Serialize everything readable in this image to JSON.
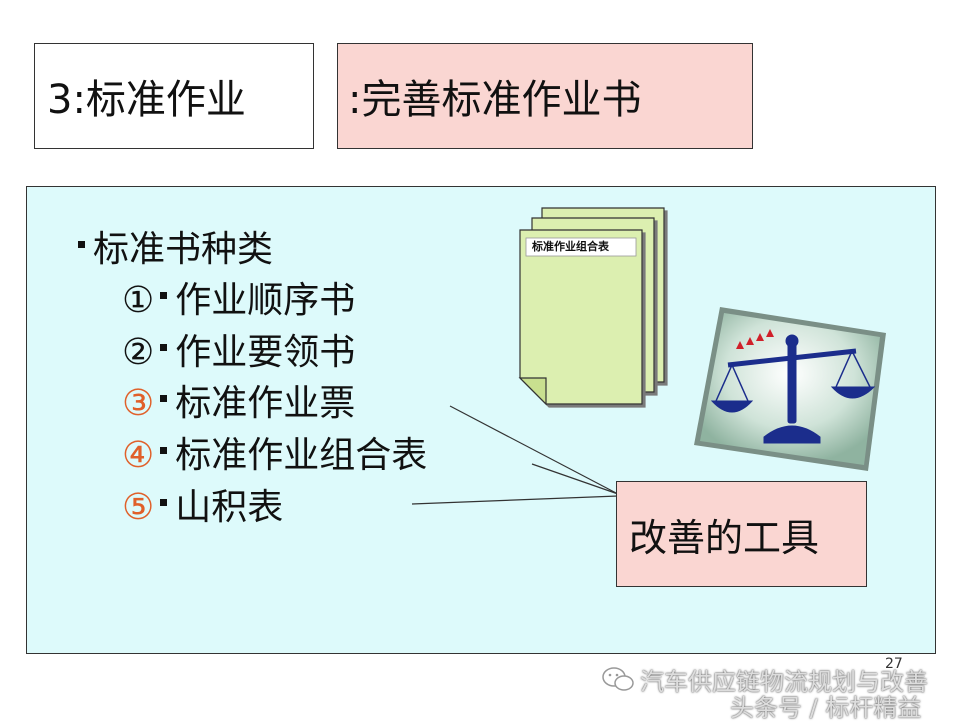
{
  "header": {
    "left_title": "3:标准作业",
    "right_title": ":完善标准作业书"
  },
  "list": {
    "heading": "标准书种类",
    "items": [
      {
        "num": "①",
        "text": "作业顺序书",
        "highlight": false
      },
      {
        "num": "②",
        "text": "作业要领书",
        "highlight": false
      },
      {
        "num": "③",
        "text": "标准作业票",
        "highlight": true
      },
      {
        "num": "④",
        "text": "标准作业组合表",
        "highlight": true
      },
      {
        "num": "⑤",
        "text": "山积表",
        "highlight": true
      }
    ]
  },
  "document_label": "标准作业组合表",
  "tools_label": "改善的工具",
  "page_number": "27",
  "watermark": {
    "line1": "汽车供应链物流规划与改善",
    "line2": "头条号 / 标杆精益"
  },
  "colors": {
    "panel_bg": "#ddfafb",
    "pink_box": "#fad6d2",
    "highlight_number": "#e0602a",
    "doc_paper": "#dcefb0",
    "scale_blue": "#1b2d8c"
  }
}
